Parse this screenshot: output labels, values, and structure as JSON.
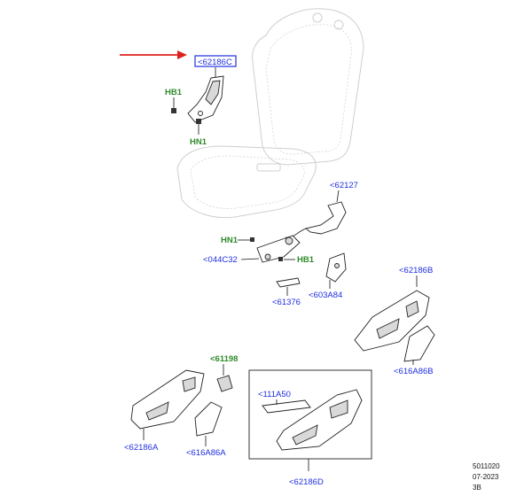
{
  "callouts": {
    "highlighted": "<62186C",
    "hb1_top": "HB1",
    "hn1_top": "HN1",
    "p62127": "<62127",
    "hn1_mid": "HN1",
    "p044c32": "<044C32",
    "hb1_mid": "HB1",
    "p603a84": "<603A84",
    "p61376": "<61376",
    "p62186b": "<62186B",
    "p616a86b": "<616A86B",
    "p61198": "<61198",
    "p111a50": "<111A50",
    "p62186a": "<62186A",
    "p616a86a": "<616A86A",
    "p62186d": "<62186D"
  },
  "code_block": {
    "line1": "5011020",
    "line2": "07-2023",
    "line3": "3B"
  },
  "colors": {
    "arrow": "#e0201c",
    "highlight_box": "#1f2fe0",
    "part_number": "#1f2fe0",
    "fastener_code": "#2f8a2a"
  }
}
